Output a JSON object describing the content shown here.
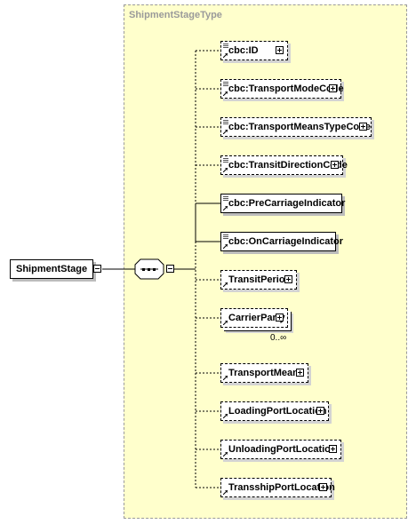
{
  "type_name": "ShipmentStageType",
  "root_element": "ShipmentStage",
  "children": [
    {
      "name": "cbc:ID",
      "optional": true,
      "annotated": true
    },
    {
      "name": "cbc:TransportModeCode",
      "optional": true,
      "annotated": true
    },
    {
      "name": "cbc:TransportMeansTypeCode",
      "optional": true,
      "annotated": true
    },
    {
      "name": "cbc:TransitDirectionCode",
      "optional": true,
      "annotated": true
    },
    {
      "name": "cbc:PreCarriageIndicator",
      "optional": false,
      "annotated": true
    },
    {
      "name": "cbc:OnCarriageIndicator",
      "optional": false,
      "annotated": true
    },
    {
      "name": "TransitPeriod",
      "optional": true,
      "annotated": false
    },
    {
      "name": "CarrierParty",
      "optional": true,
      "annotated": false,
      "occurrence": "0..∞"
    },
    {
      "name": "TransportMeans",
      "optional": true,
      "annotated": false
    },
    {
      "name": "LoadingPortLocation",
      "optional": true,
      "annotated": false
    },
    {
      "name": "UnloadingPortLocation",
      "optional": true,
      "annotated": false
    },
    {
      "name": "TransshipPortLocation",
      "optional": true,
      "annotated": false
    }
  ],
  "colors": {
    "type_box_fill": "#ffffcc",
    "type_box_border": "#9a9a9a",
    "label": "#9a9a9a"
  }
}
